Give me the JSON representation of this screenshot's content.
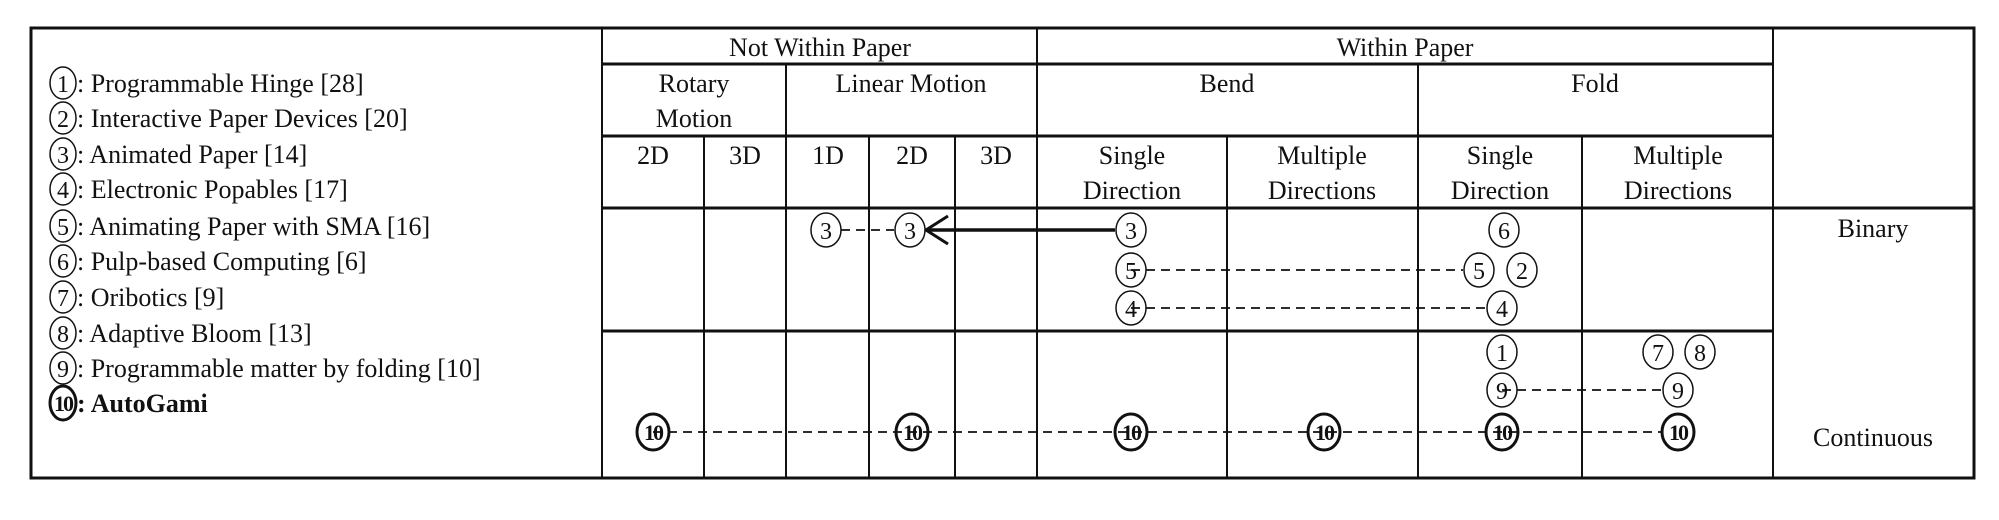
{
  "legend": [
    {
      "num": "1",
      "text": ": Programmable Hinge [28]"
    },
    {
      "num": "2",
      "text": ": Interactive Paper Devices [20]"
    },
    {
      "num": "3",
      "text": ": Animated Paper [14]"
    },
    {
      "num": "4",
      "text": ": Electronic Popables [17]"
    },
    {
      "num": "5",
      "text": ": Animating Paper with SMA [16]"
    },
    {
      "num": "6",
      "text": ": Pulp-based Computing [6]"
    },
    {
      "num": "7",
      "text": ": Oribotics [9]"
    },
    {
      "num": "8",
      "text": ": Adaptive Bloom [13]"
    },
    {
      "num": "9",
      "text": ": Programmable matter by folding [10]"
    },
    {
      "num": "10",
      "text": ": AutoGami"
    }
  ],
  "headers": {
    "not_within": "Not Within Paper",
    "within": "Within Paper",
    "rotary_1": "Rotary",
    "rotary_2": "Motion",
    "linear": "Linear Motion",
    "bend": "Bend",
    "fold": "Fold",
    "sub": {
      "rot_2d": "2D",
      "rot_3d": "3D",
      "lin_1d": "1D",
      "lin_2d": "2D",
      "lin_3d": "3D",
      "single_1": "Single",
      "single_2": "Direction",
      "multiple_1": "Multiple",
      "multiple_2": "Directions"
    }
  },
  "rows": {
    "binary": "Binary",
    "continuous": "Continuous"
  },
  "markers": {
    "n1": "1",
    "n2": "2",
    "n3": "3",
    "n4": "4",
    "n5": "5",
    "n6": "6",
    "n7": "7",
    "n8": "8",
    "n9": "9",
    "n10": "10"
  }
}
